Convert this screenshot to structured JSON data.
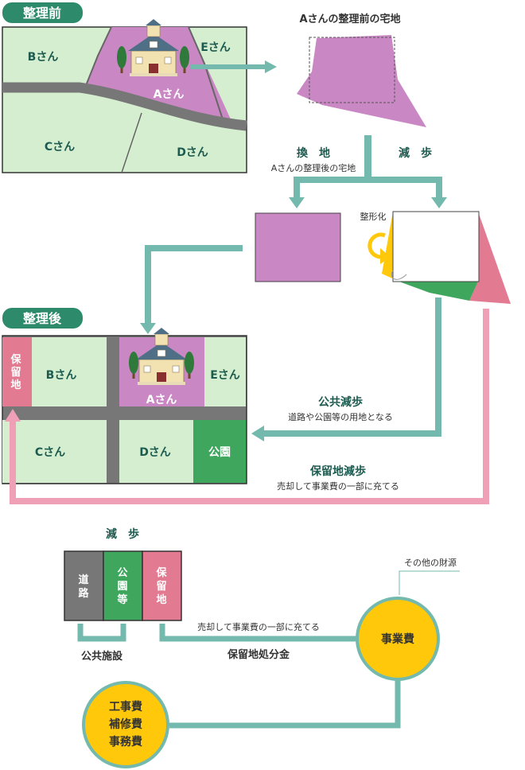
{
  "before": {
    "badge": "整理前",
    "parcels": {
      "b": "Bさん",
      "e": "Eさん",
      "a": "Aさん",
      "c": "Cさん",
      "d": "Dさん"
    }
  },
  "a_before_title": "Aさんの整理前の宅地",
  "exchange": {
    "title": "換　地",
    "subtitle": "Aさんの整理後の宅地"
  },
  "reduction": {
    "title": "減　歩",
    "shaping": "整形化"
  },
  "after": {
    "badge": "整理後",
    "parcels": {
      "reserve": [
        "保",
        "留",
        "地"
      ],
      "b": "Bさん",
      "a": "Aさん",
      "e": "Eさん",
      "c": "Cさん",
      "d": "Dさん",
      "park": "公園"
    }
  },
  "public_reduction": {
    "title": "公共減歩",
    "subtitle": "道路や公園等の用地となる"
  },
  "reserve_reduction": {
    "title": "保留地減歩",
    "subtitle": "売却して事業費の一部に充てる"
  },
  "bottom": {
    "title": "減　歩",
    "columns": {
      "road": [
        "道",
        "路"
      ],
      "park": [
        "公",
        "園",
        "等"
      ],
      "reserve": [
        "保",
        "留",
        "地"
      ]
    },
    "public_facilities": "公共施設",
    "sale_note": "売却して事業費の一部に充てる",
    "disposal_money": "保留地処分金",
    "other_funds": "その他の財源",
    "project_cost": "事業費",
    "costs": [
      "工事費",
      "補修費",
      "事務費"
    ]
  },
  "colors": {
    "lawn": "#d4eecf",
    "road": "#777777",
    "purple": "#c987c4",
    "teal": "#74b9ad",
    "pink": "#f0a0b6",
    "reserve": "#e27a91",
    "park": "#3ea65d",
    "yellow": "#ffc80a",
    "badge": "#2d8b6c",
    "text": "#1d5b50"
  }
}
